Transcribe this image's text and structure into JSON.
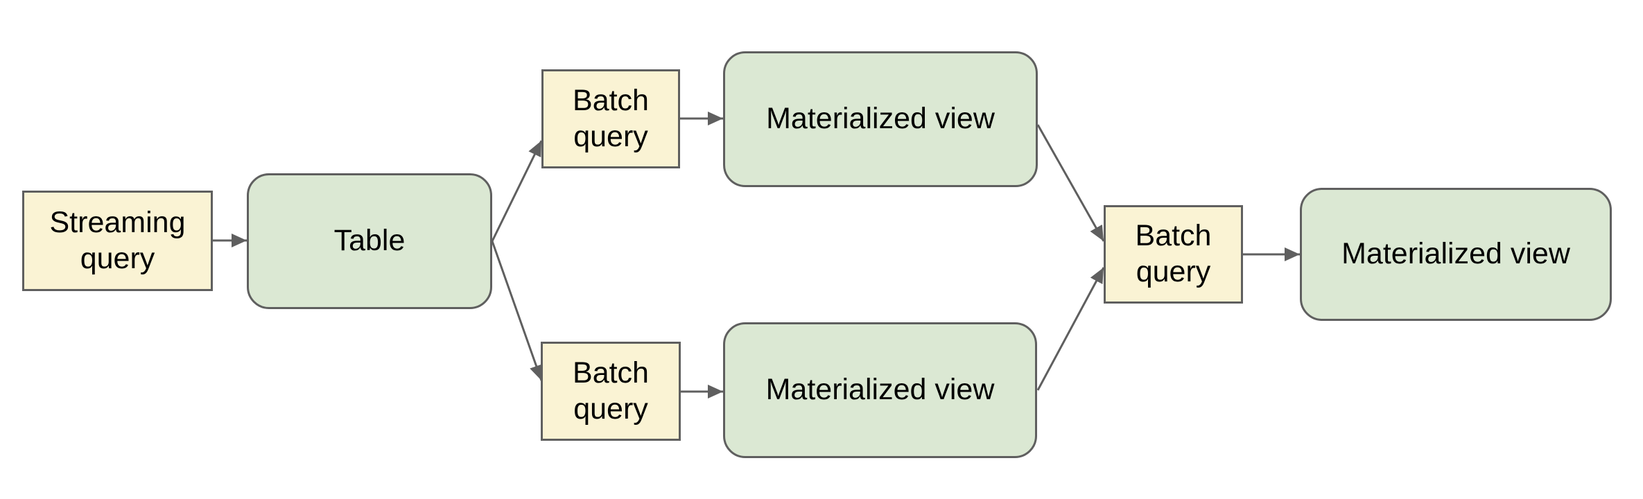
{
  "diagram": {
    "type": "flowchart",
    "nodes": [
      {
        "id": "streaming-query",
        "label": "Streaming query",
        "kind": "query"
      },
      {
        "id": "table",
        "label": "Table",
        "kind": "dataset"
      },
      {
        "id": "batch-query-top",
        "label": "Batch query",
        "kind": "query"
      },
      {
        "id": "materialized-view-top",
        "label": "Materialized view",
        "kind": "dataset"
      },
      {
        "id": "batch-query-bottom",
        "label": "Batch query",
        "kind": "query"
      },
      {
        "id": "materialized-view-bottom",
        "label": "Materialized view",
        "kind": "dataset"
      },
      {
        "id": "batch-query-right",
        "label": "Batch query",
        "kind": "query"
      },
      {
        "id": "materialized-view-final",
        "label": "Materialized view",
        "kind": "dataset"
      }
    ],
    "edges": [
      {
        "from": "streaming-query",
        "to": "table"
      },
      {
        "from": "table",
        "to": "batch-query-top"
      },
      {
        "from": "table",
        "to": "batch-query-bottom"
      },
      {
        "from": "batch-query-top",
        "to": "materialized-view-top"
      },
      {
        "from": "batch-query-bottom",
        "to": "materialized-view-bottom"
      },
      {
        "from": "materialized-view-top",
        "to": "batch-query-right"
      },
      {
        "from": "materialized-view-bottom",
        "to": "batch-query-right"
      },
      {
        "from": "batch-query-right",
        "to": "materialized-view-final"
      }
    ],
    "colors": {
      "query_fill": "#faf3d4",
      "dataset_fill": "#dbe8d3",
      "stroke": "#5f5f5f",
      "text": "#000000",
      "background": "#ffffff"
    }
  }
}
